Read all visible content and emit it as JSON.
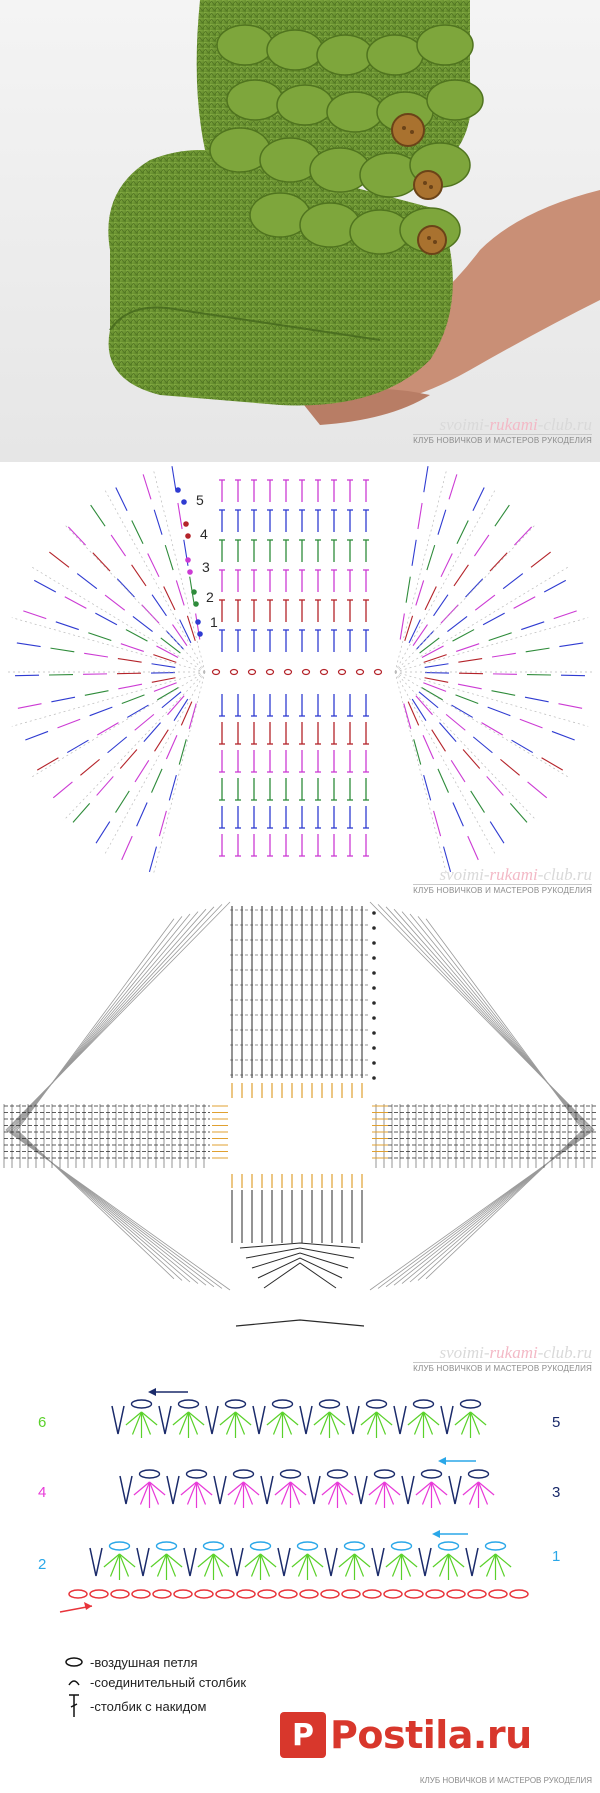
{
  "watermark": {
    "url_start": "svoimi-",
    "url_accent": "rukami",
    "url_end": "-club.ru",
    "subtitle": "КЛУБ НОВИЧКОВ И МАСТЕРОВ РУКОДЕЛИЯ"
  },
  "sole_diagram": {
    "round_labels": [
      "1",
      "2",
      "3",
      "4",
      "5"
    ]
  },
  "stitch_diagram": {
    "row_labels": {
      "left": [
        {
          "text": "6",
          "color": "#5ad12a"
        },
        {
          "text": "4",
          "color": "#e83ad8"
        },
        {
          "text": "2",
          "color": "#2aa7e8"
        }
      ],
      "right": [
        {
          "text": "5",
          "color": "#1a2a6a"
        },
        {
          "text": "3",
          "color": "#1a2a6a"
        },
        {
          "text": "1",
          "color": "#2aa7e8"
        }
      ]
    }
  },
  "legend": {
    "items": [
      {
        "icon": "chain-stitch-icon",
        "label": "-воздушная петля"
      },
      {
        "icon": "slip-stitch-icon",
        "label": "-соединительный столбик"
      },
      {
        "icon": "double-crochet-icon",
        "label": "-столбик с накидом"
      }
    ]
  },
  "pinterest": {
    "logo_glyph": "P",
    "word": "Postila.ru",
    "subtitle": "КЛУБ НОВИЧКОВ И МАСТЕРОВ РУКОДЕЛИЯ"
  },
  "colors": {
    "yarn_green": "#6f9a34",
    "button_brown": "#a9722f",
    "round_blue": "#2f3bd1",
    "round_red": "#b4232a",
    "round_magenta": "#cc3bd4",
    "round_green": "#2e8b3a",
    "stitch_dark": "#2a2a2a",
    "stitch_orange": "#e0a030",
    "row_green": "#5ad12a",
    "row_magenta": "#e83ad8",
    "row_cyan": "#2aa7e8",
    "chain_red": "#e8333a",
    "row_navy": "#1a2a6a"
  }
}
